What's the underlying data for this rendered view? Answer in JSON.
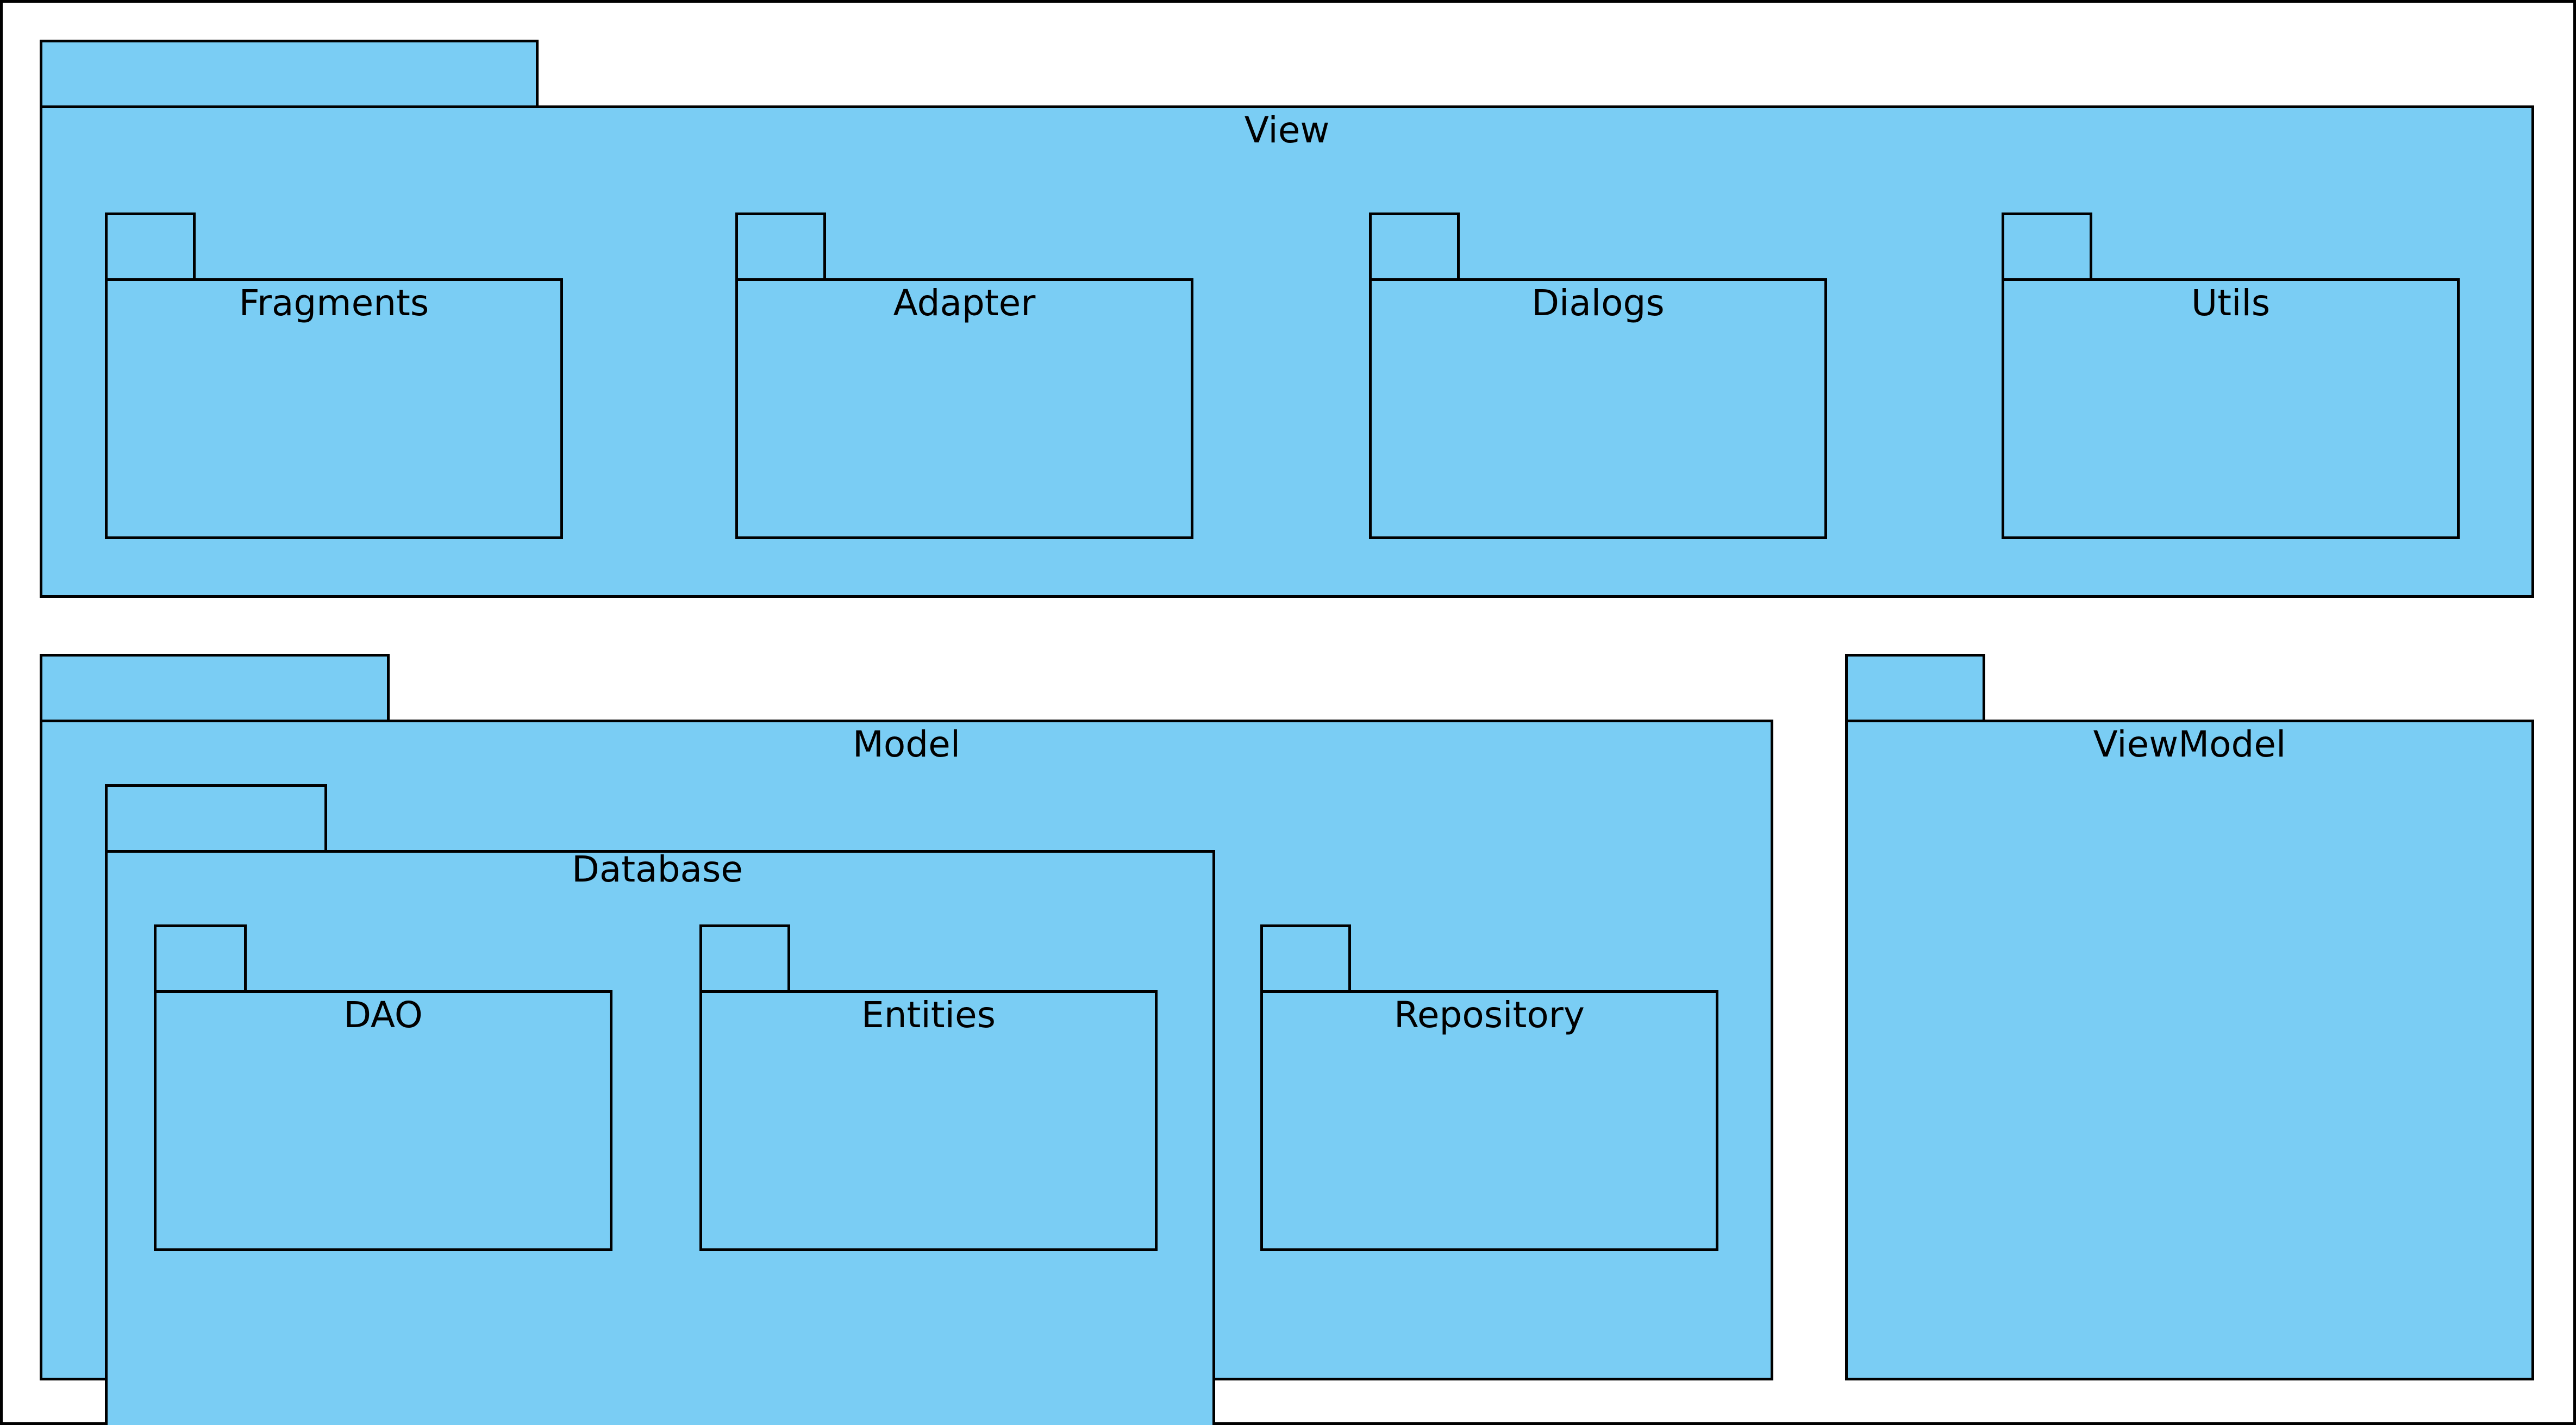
{
  "diagram": {
    "fill_color": "#7ACDF4",
    "stroke_color": "#000000",
    "background": "#FFFFFF",
    "packages": {
      "view": {
        "label": "View"
      },
      "fragments": {
        "label": "Fragments"
      },
      "adapter": {
        "label": "Adapter"
      },
      "dialogs": {
        "label": "Dialogs"
      },
      "utils": {
        "label": "Utils"
      },
      "model": {
        "label": "Model"
      },
      "database": {
        "label": "Database"
      },
      "dao": {
        "label": "DAO"
      },
      "entities": {
        "label": "Entities"
      },
      "repository": {
        "label": "Repository"
      },
      "viewmodel": {
        "label": "ViewModel"
      }
    }
  }
}
